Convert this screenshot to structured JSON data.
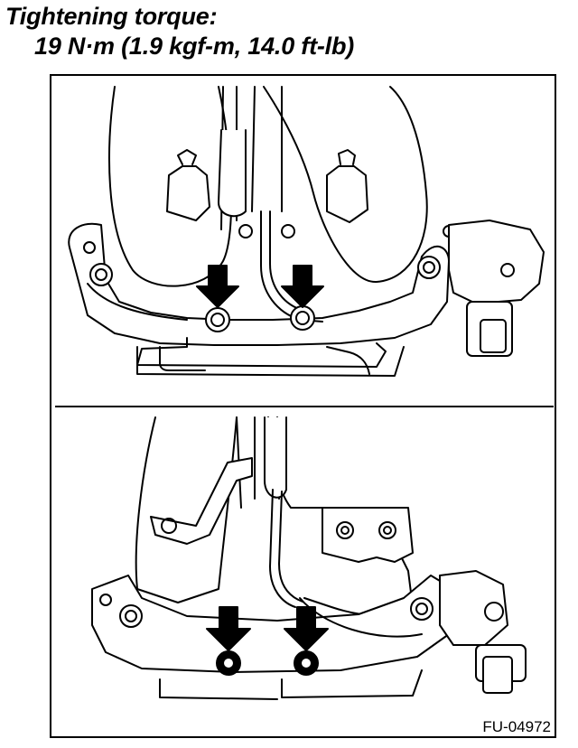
{
  "heading": {
    "line1": "Tightening torque:",
    "line2": "19 N·m (1.9 kgf-m, 14.0 ft-lb)"
  },
  "figure_code": "FU-04972",
  "callout_color": "#000000"
}
